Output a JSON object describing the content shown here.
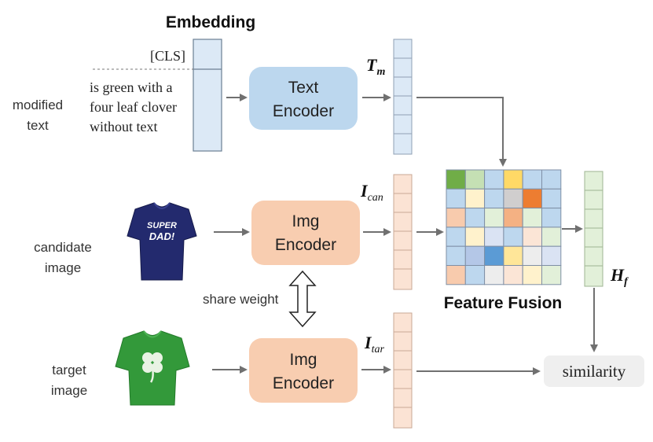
{
  "embedding": {
    "title": "Embedding",
    "cls_token": "[CLS]",
    "text_lines": [
      "is green with a",
      "four leaf clover",
      "without text"
    ]
  },
  "inputs": {
    "modified_text": [
      "modified",
      "text"
    ],
    "candidate_image": [
      "candidate",
      "image"
    ],
    "target_image": [
      "target",
      "image"
    ]
  },
  "encoders": {
    "text": [
      "Text",
      "Encoder"
    ],
    "img_candidate": [
      "Img",
      "Encoder"
    ],
    "img_target": [
      "Img",
      "Encoder"
    ]
  },
  "features": {
    "t_m": {
      "base": "T",
      "sub": "m"
    },
    "i_can": {
      "base": "I",
      "sub": "can"
    },
    "i_tar": {
      "base": "I",
      "sub": "tar"
    },
    "h_f": {
      "base": "H",
      "sub": "f"
    }
  },
  "share_weight_label": "share weight",
  "fusion_label": "Feature Fusion",
  "similarity_label": "similarity",
  "shirts": {
    "candidate_text": [
      "SUPER",
      "DAD!"
    ]
  },
  "colors": {
    "text_encoder": "#bcd7ee",
    "img_encoder": "#f8cdb0",
    "text_feature": "#dce9f6",
    "img_feature": "#fbe3d4",
    "fused_feature": "#e2f0d9",
    "similarity_bg": "#efefef",
    "arrow": "#707070",
    "candidate_shirt": "#232a6e",
    "target_shirt": "#33993a"
  },
  "fusion_grid": [
    [
      "#70ad47",
      "#c5e0b4",
      "#bdd7ee",
      "#ffd966",
      "#bdd7ee",
      "#bdd7ee"
    ],
    [
      "#bdd7ee",
      "#fff2cc",
      "#bdd7ee",
      "#d0cece",
      "#ed7d31",
      "#bdd7ee"
    ],
    [
      "#f8cbad",
      "#bdd7ee",
      "#e2f0d9",
      "#f4b183",
      "#e2f0d9",
      "#bdd7ee"
    ],
    [
      "#bdd7ee",
      "#fff2cc",
      "#dae3f3",
      "#bdd7ee",
      "#fbe5d6",
      "#e2f0d9"
    ],
    [
      "#bdd7ee",
      "#b4c7e7",
      "#5b9bd5",
      "#ffe699",
      "#ededed",
      "#dae3f3"
    ],
    [
      "#f8cbad",
      "#bdd7ee",
      "#ededed",
      "#fbe5d6",
      "#fff2cc",
      "#e2f0d9"
    ]
  ]
}
